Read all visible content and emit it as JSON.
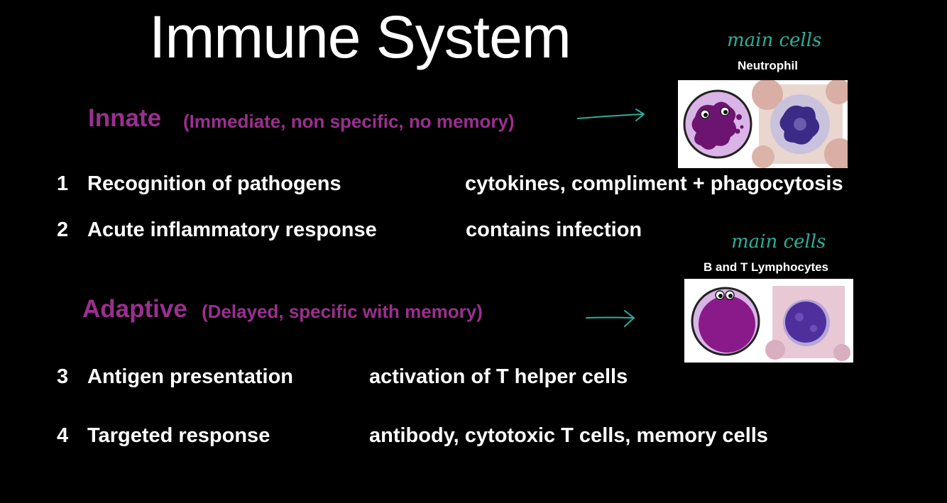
{
  "title": "Immune System",
  "innate": {
    "heading": "Innate",
    "subtitle": "(Immediate, non specific, no memory)"
  },
  "adaptive": {
    "heading": "Adaptive",
    "subtitle": "(Delayed, specific with memory)"
  },
  "items": [
    {
      "num": "1",
      "label": "Recognition of pathogens",
      "detail": "cytokines, compliment + phagocytosis"
    },
    {
      "num": "2",
      "label": "Acute inflammatory response",
      "detail": "contains infection"
    },
    {
      "num": "3",
      "label": "Antigen presentation",
      "detail": "activation of T helper cells"
    },
    {
      "num": "4",
      "label": "Targeted response",
      "detail": "antibody, cytotoxic T cells, memory cells"
    }
  ],
  "neutrophil": {
    "note": "main cells",
    "caption": "Neutrophil"
  },
  "lymphocytes": {
    "note": "main cells",
    "caption": "B and T Lymphocytes"
  },
  "colors": {
    "background": "#000000",
    "heading_purple": "#9b2f8f",
    "annotation_teal": "#2eae9a"
  }
}
